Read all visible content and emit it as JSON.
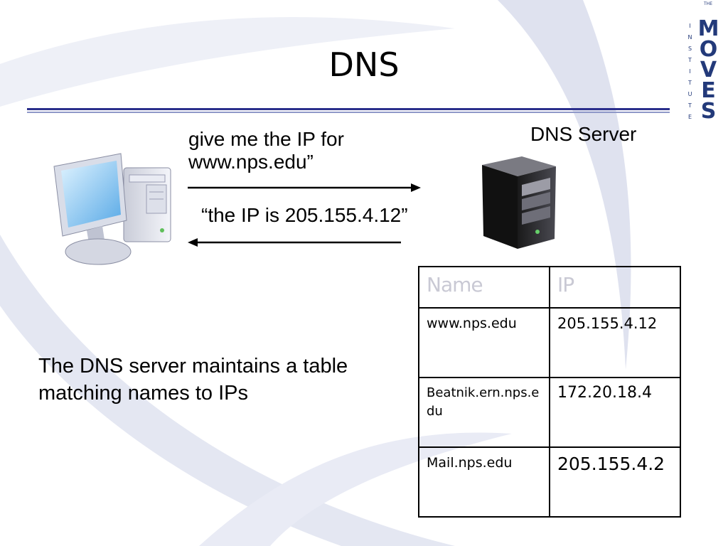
{
  "slide": {
    "title": "DNS",
    "request_text": "give me the IP for www.nps.edu”",
    "response_text": "“the IP is 205.155.4.12”",
    "server_label": "DNS Server",
    "caption": "The DNS server maintains a table matching names to IPs"
  },
  "logo": {
    "the": "THE",
    "word": "MOVES",
    "sub": "INSTITUTE",
    "color": "#233a7a"
  },
  "icons": {
    "client": "desktop-computer-icon",
    "server": "server-tower-icon"
  },
  "table": {
    "headers": [
      "Name",
      "IP"
    ],
    "rows": [
      {
        "name": "www.nps.edu",
        "ip": "205.155.4.12"
      },
      {
        "name": "Beatnik.ern.nps.edu",
        "ip": "172.20.18.4"
      },
      {
        "name": "Mail.nps.edu",
        "ip": "205.155.4.2"
      }
    ]
  },
  "colors": {
    "title_rule": "#2b2f8c",
    "background_swoosh": "#dfe2ef"
  }
}
